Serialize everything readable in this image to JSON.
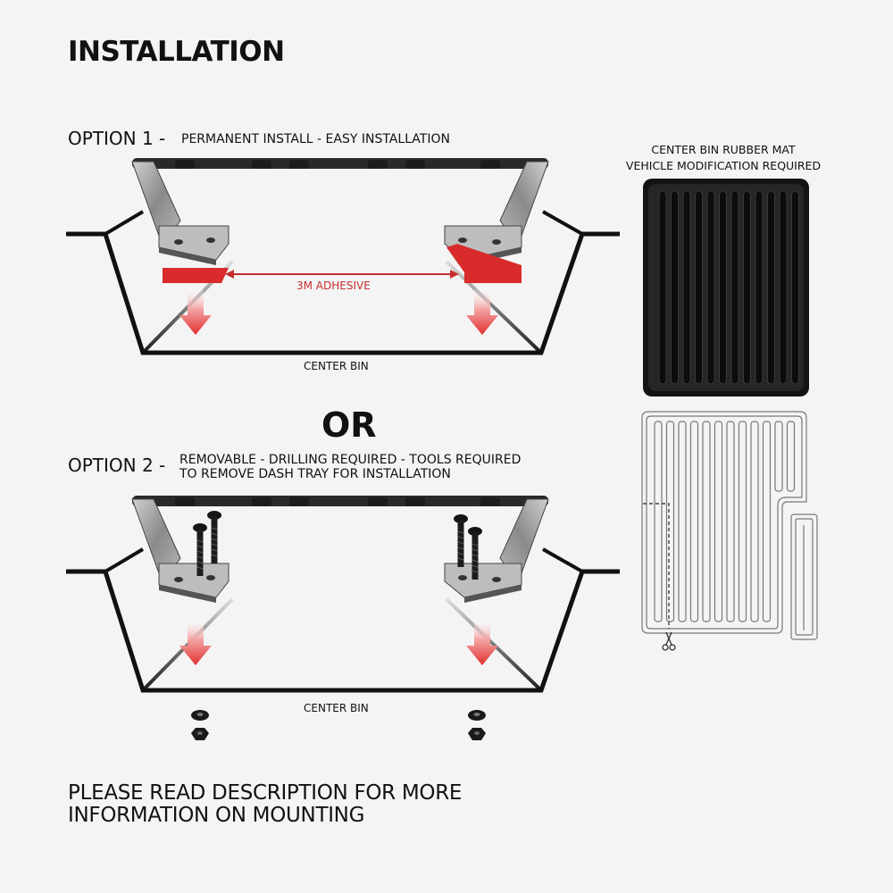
{
  "title": "INSTALLATION",
  "option1": {
    "heading": "OPTION 1 -",
    "subtitle": "PERMANENT INSTALL - EASY INSTALLATION",
    "adhesive_label": "3M ADHESIVE",
    "bin_label": "CENTER BIN"
  },
  "or_label": "OR",
  "option2": {
    "heading": "OPTION 2 -",
    "subtitle_line1": "REMOVABLE - DRILLING REQUIRED - TOOLS REQUIRED",
    "subtitle_line2": "TO REMOVE DASH TRAY FOR INSTALLATION",
    "bin_label": "CENTER BIN"
  },
  "mat": {
    "label_line1": "CENTER BIN RUBBER MAT",
    "label_line2": "VEHICLE MODIFICATION REQUIRED"
  },
  "footer": {
    "line1": "PLEASE READ DESCRIPTION FOR MORE",
    "line2": "INFORMATION ON MOUNTING"
  },
  "colors": {
    "adhesive": "#d92b2b",
    "arrow": "#e03a3a",
    "mat": "#1a1a1a",
    "outline": "#111111"
  }
}
